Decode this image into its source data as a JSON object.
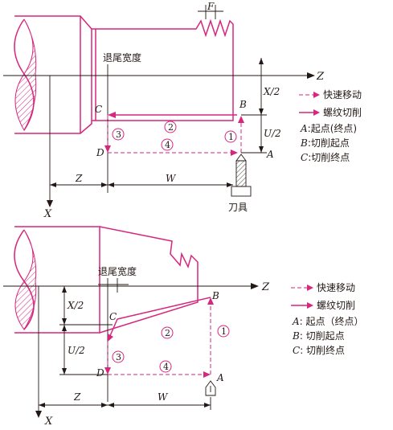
{
  "top": {
    "label_F": "F",
    "label_tail_width": "退尾宽度",
    "label_Z": "Z",
    "label_X": "X",
    "label_X2": "X/2",
    "label_U2": "U/2",
    "label_A": "A",
    "label_B": "B",
    "label_C": "C",
    "label_D": "D",
    "label_Zdim": "Z",
    "label_W": "W",
    "label_tool": "刀具",
    "step1": "1",
    "step2": "2",
    "step3": "3",
    "step4": "4",
    "legend": {
      "rapid": "快速移动",
      "thread": "螺纹切削",
      "A_prefix": "A",
      "A_text": ":起点(终点)",
      "B_prefix": "B",
      "B_text": ":切削起点",
      "C_prefix": "C",
      "C_text": ":切削终点"
    }
  },
  "bottom": {
    "label_tail_width": "退尾宽度",
    "label_Z": "Z",
    "label_X": "X",
    "label_X2": "X/2",
    "label_U2": "U/2",
    "label_A": "A",
    "label_B": "B",
    "label_C": "C",
    "label_D": "D",
    "label_Zdim": "Z",
    "label_W": "W",
    "step1": "1",
    "step2": "2",
    "step3": "3",
    "step4": "4",
    "legend": {
      "rapid": "快速移动",
      "thread": "螺纹切削",
      "A_prefix": "A",
      "A_text": ": 起点（终点）",
      "B_prefix": "B",
      "B_text": ": 切削起点",
      "C_prefix": "C",
      "C_text": ": 切削终点"
    }
  },
  "colors": {
    "magenta": "#d6267d",
    "ink": "#231815"
  }
}
